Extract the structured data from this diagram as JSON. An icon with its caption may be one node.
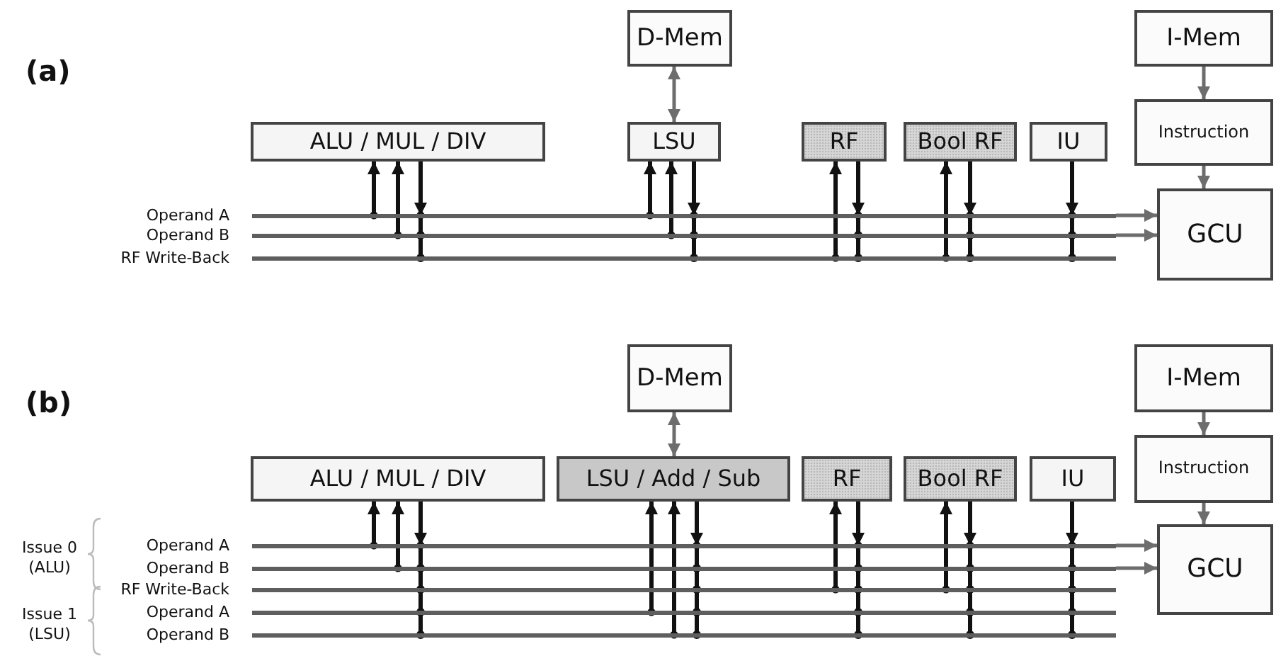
{
  "diagram": {
    "nodes": [
      {
        "text": [
          "D-Mem"
        ]
      },
      {
        "text": [
          "I-Mem"
        ]
      },
      {
        "text": [
          "ALU / MUL / DIV"
        ]
      },
      {
        "text": [
          "LSU"
        ]
      },
      {
        "text": [
          "RF"
        ]
      },
      {
        "text": [
          "Bool RF"
        ]
      },
      {
        "text": [
          "IU"
        ]
      },
      {
        "text": [
          "Instruction"
        ]
      },
      {
        "text": [],
        "shape": "bar",
        "beside": [
          "Operand A"
        ]
      },
      {
        "text": [],
        "shape": "bar",
        "beside": [
          "Operand B"
        ]
      },
      {
        "text": [],
        "shape": "bar",
        "beside": [
          "RF Write-Back"
        ]
      },
      {
        "text": [
          "GCU"
        ]
      },
      {
        "text": [
          "D-Mem"
        ]
      },
      {
        "text": [
          "I-Mem"
        ]
      },
      {
        "text": [
          "ALU / MUL / DIV"
        ]
      },
      {
        "text": [
          "LSU / Add / Sub"
        ]
      },
      {
        "text": [
          "RF"
        ]
      },
      {
        "text": [
          "Bool RF"
        ]
      },
      {
        "text": [
          "IU"
        ]
      },
      {
        "text": [
          "Instruction"
        ]
      },
      {
        "text": [],
        "shape": "bar",
        "beside": [
          "Operand A"
        ]
      },
      {
        "text": [],
        "shape": "bar",
        "beside": [
          "Operand B"
        ]
      },
      {
        "text": [],
        "shape": "bar",
        "beside": [
          "RF Write-Back"
        ]
      },
      {
        "text": [],
        "shape": "bar",
        "beside": [
          "Operand A"
        ]
      },
      {
        "text": [],
        "shape": "bar",
        "beside": [
          "Operand B"
        ]
      },
      {
        "text": [
          "GCU"
        ]
      }
    ],
    "edges": [
      {
        "from": 0,
        "to": 3,
        "arrow": "both",
        "color": "#6d6d6d"
      },
      {
        "from": 1,
        "to": 7,
        "arrow": "to",
        "color": "#6d6d6d"
      },
      {
        "from": 7,
        "to": 11,
        "arrow": "to",
        "color": "#6d6d6d"
      },
      {
        "from": 8,
        "to": 11,
        "arrow": "to",
        "color": "#6d6d6d"
      },
      {
        "from": 9,
        "to": 11,
        "arrow": "to",
        "color": "#6d6d6d"
      },
      {
        "from": 8,
        "to": 2,
        "arrow": "to"
      },
      {
        "from": 9,
        "to": 2,
        "arrow": "to"
      },
      {
        "from": 2,
        "to": 8,
        "arrow": "to"
      },
      {
        "from": 2,
        "to": 9,
        "arrow": "other"
      },
      {
        "from": 2,
        "to": 10,
        "arrow": "other"
      },
      {
        "from": 8,
        "to": 3,
        "arrow": "to"
      },
      {
        "from": 9,
        "to": 3,
        "arrow": "to"
      },
      {
        "from": 3,
        "to": 8,
        "arrow": "to"
      },
      {
        "from": 3,
        "to": 9,
        "arrow": "other"
      },
      {
        "from": 3,
        "to": 10,
        "arrow": "other"
      },
      {
        "from": 10,
        "to": 4,
        "arrow": "to"
      },
      {
        "from": 4,
        "to": 8,
        "arrow": "to"
      },
      {
        "from": 4,
        "to": 9,
        "arrow": "other"
      },
      {
        "from": 4,
        "to": 10,
        "arrow": "other"
      },
      {
        "from": 10,
        "to": 5,
        "arrow": "to"
      },
      {
        "from": 5,
        "to": 8,
        "arrow": "to"
      },
      {
        "from": 5,
        "to": 9,
        "arrow": "other"
      },
      {
        "from": 5,
        "to": 10,
        "arrow": "other"
      },
      {
        "from": 6,
        "to": 8,
        "arrow": "to"
      },
      {
        "from": 6,
        "to": 9,
        "arrow": "other"
      },
      {
        "from": 6,
        "to": 10,
        "arrow": "other"
      },
      {
        "from": 12,
        "to": 15,
        "arrow": "both",
        "color": "#6d6d6d"
      },
      {
        "from": 13,
        "to": 19,
        "arrow": "to",
        "color": "#6d6d6d"
      },
      {
        "from": 19,
        "to": 25,
        "arrow": "to",
        "color": "#6d6d6d"
      },
      {
        "from": 20,
        "to": 25,
        "arrow": "to",
        "color": "#6d6d6d"
      },
      {
        "from": 21,
        "to": 25,
        "arrow": "to",
        "color": "#6d6d6d"
      },
      {
        "from": 20,
        "to": 14,
        "arrow": "to"
      },
      {
        "from": 21,
        "to": 14,
        "arrow": "to"
      },
      {
        "from": 14,
        "to": 20,
        "arrow": "to"
      },
      {
        "from": 14,
        "to": 21,
        "arrow": "other"
      },
      {
        "from": 14,
        "to": 22,
        "arrow": "other"
      },
      {
        "from": 14,
        "to": 23,
        "arrow": "other"
      },
      {
        "from": 14,
        "to": 24,
        "arrow": "other"
      },
      {
        "from": 23,
        "to": 15,
        "arrow": "to"
      },
      {
        "from": 24,
        "to": 15,
        "arrow": "to"
      },
      {
        "from": 15,
        "to": 20,
        "arrow": "to"
      },
      {
        "from": 15,
        "to": 21,
        "arrow": "other"
      },
      {
        "from": 15,
        "to": 22,
        "arrow": "other"
      },
      {
        "from": 15,
        "to": 23,
        "arrow": "other"
      },
      {
        "from": 15,
        "to": 24,
        "arrow": "other"
      },
      {
        "from": 22,
        "to": 16,
        "arrow": "to"
      },
      {
        "from": 16,
        "to": 20,
        "arrow": "to"
      },
      {
        "from": 16,
        "to": 21,
        "arrow": "other"
      },
      {
        "from": 16,
        "to": 22,
        "arrow": "other"
      },
      {
        "from": 16,
        "to": 23,
        "arrow": "other"
      },
      {
        "from": 16,
        "to": 24,
        "arrow": "other"
      },
      {
        "from": 22,
        "to": 17,
        "arrow": "to"
      },
      {
        "from": 17,
        "to": 20,
        "arrow": "to"
      },
      {
        "from": 17,
        "to": 21,
        "arrow": "other"
      },
      {
        "from": 17,
        "to": 22,
        "arrow": "other"
      },
      {
        "from": 17,
        "to": 23,
        "arrow": "other"
      },
      {
        "from": 17,
        "to": 24,
        "arrow": "other"
      },
      {
        "from": 18,
        "to": 20,
        "arrow": "to"
      },
      {
        "from": 18,
        "to": 21,
        "arrow": "other"
      },
      {
        "from": 18,
        "to": 22,
        "arrow": "other"
      },
      {
        "from": 18,
        "to": 23,
        "arrow": "other"
      },
      {
        "from": 18,
        "to": 24,
        "arrow": "other"
      }
    ],
    "labels": [
      "(a)",
      "(b)",
      "Issue 0 (ALU)",
      "Issue 1 (LSU)"
    ]
  }
}
